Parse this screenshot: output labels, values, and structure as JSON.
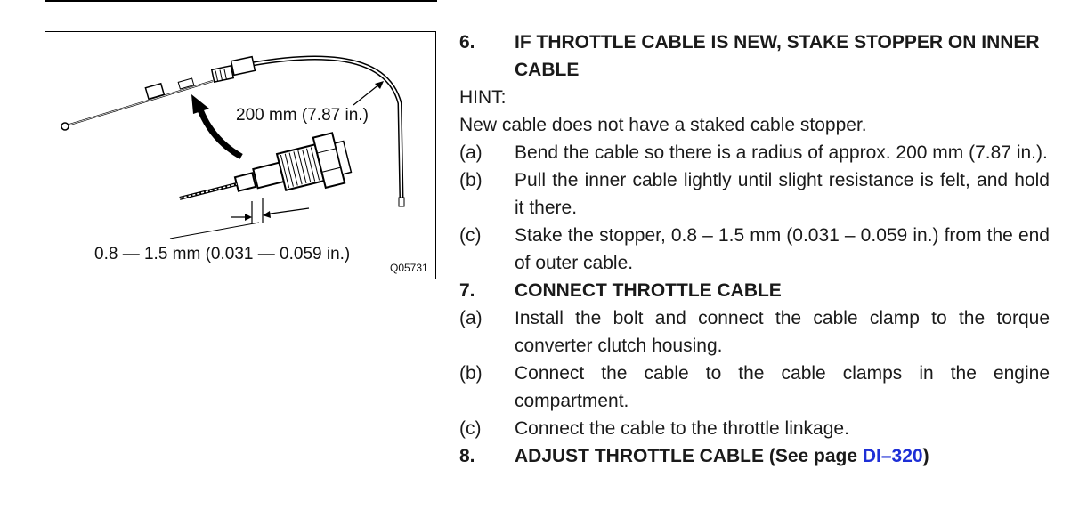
{
  "figure": {
    "radius_label": "200 mm (7.87 in.)",
    "gap_label": "0.8 — 1.5 mm (0.031 — 0.059 in.)",
    "code": "Q05731"
  },
  "steps": [
    {
      "num": "6.",
      "title": "IF THROTTLE CABLE IS NEW, STAKE STOPPER ON INNER CABLE"
    },
    {
      "num": "7.",
      "title": "CONNECT THROTTLE CABLE"
    },
    {
      "num": "8.",
      "title_prefix": "ADJUST THROTTLE CABLE (See page ",
      "link": "DI–320",
      "title_suffix": ")"
    }
  ],
  "step6": {
    "hint_label": "HINT:",
    "hint_text": "New cable does not have a staked cable stopper.",
    "items": [
      {
        "label": "(a)",
        "text": "Bend the cable so there is a radius of approx. 200 mm (7.87 in.)."
      },
      {
        "label": "(b)",
        "text": "Pull the inner cable lightly until slight resistance is felt, and hold it there."
      },
      {
        "label": "(c)",
        "text": "Stake the stopper, 0.8 – 1.5 mm (0.031 – 0.059 in.) from the end of outer cable."
      }
    ]
  },
  "step7": {
    "items": [
      {
        "label": "(a)",
        "text": "Install the bolt and connect the cable clamp to the torque converter clutch housing."
      },
      {
        "label": "(b)",
        "text": "Connect the cable to the cable clamps in the engine compartment."
      },
      {
        "label": "(c)",
        "text": "Connect the cable to the throttle linkage."
      }
    ]
  }
}
